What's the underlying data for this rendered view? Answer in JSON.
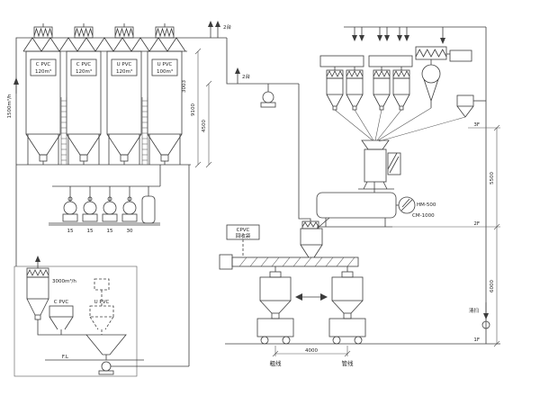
{
  "colors": {
    "line": "#3c3c3c",
    "background": "#ffffff",
    "text": "#222222"
  },
  "silos": [
    {
      "name": "C PVC",
      "capacity": "120m³"
    },
    {
      "name": "C PVC",
      "capacity": "120m³"
    },
    {
      "name": "U PVC",
      "capacity": "120m³"
    },
    {
      "name": "U PVC",
      "capacity": "100m³"
    }
  ],
  "flows": {
    "top_units": "2台",
    "mid_units": "2台",
    "air_1500": "1500m³/h",
    "air_3000": "3000m³/h"
  },
  "dims": {
    "h9100": "9100",
    "h4500": "4500",
    "h5500": "5500",
    "h6000": "6000",
    "w4000": "4000",
    "elev3003": "3003"
  },
  "floors": {
    "f3": "3F",
    "f2": "2F",
    "f1": "1F"
  },
  "equipment": {
    "hot_mixer": "HM-500",
    "cooling_mixer": "CM-1000",
    "recycle_line1": "CPVC",
    "recycle_line2": "回收袋",
    "cleaning": "清扫"
  },
  "blowers": [
    "15",
    "15",
    "15",
    "30"
  ],
  "lower_left": {
    "cpvc_label": "C PVC",
    "upvc_label": "U PVC",
    "floor_level": "F.L"
  },
  "bottom_labels": {
    "left": "粗线",
    "right": "管线"
  }
}
